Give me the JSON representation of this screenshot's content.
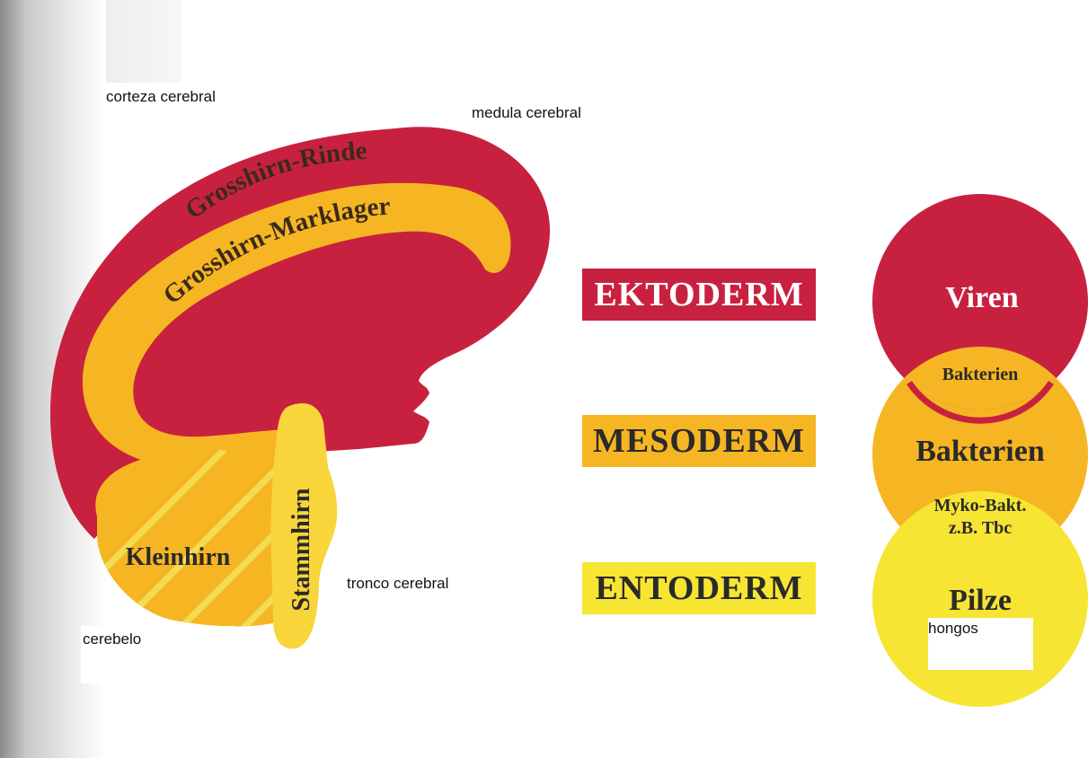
{
  "colors": {
    "red": "#c8213f",
    "orange": "#f6b623",
    "yellow": "#f7e533",
    "dark_text": "#2a2a2a",
    "white_text": "#ffffff"
  },
  "brain": {
    "cortex_label": "Grosshirn-Rinde",
    "medulla_label": "Grosshirn-Marklager",
    "cerebellum_label": "Kleinhirn",
    "brainstem_label": "Stammhirn"
  },
  "germ_layers": [
    {
      "label": "EKTODERM",
      "color_key": "red"
    },
    {
      "label": "MESODERM",
      "color_key": "orange"
    },
    {
      "label": "ENTODERM",
      "color_key": "yellow"
    }
  ],
  "microbes": {
    "viren": "Viren",
    "bakterien_small": "Bakterien",
    "bakterien": "Bakterien",
    "myko_line1": "Myko-Bakt.",
    "myko_line2": "z.B. Tbc",
    "pilze": "Pilze"
  },
  "annotations": {
    "corteza": "corteza cerebral",
    "medula": "medula cerebral",
    "tronco": "tronco cerebral",
    "cerebelo": "cerebelo",
    "hongos": "hongos"
  }
}
